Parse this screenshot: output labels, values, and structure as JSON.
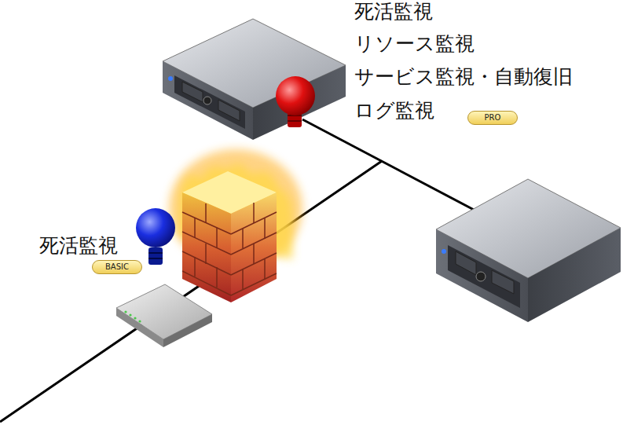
{
  "diagram": {
    "nodes": [
      {
        "text": [
          "PRO"
        ]
      },
      {
        "text": [
          "BASIC"
        ]
      }
    ],
    "labels": [
      "死活監視",
      "リソース監視",
      "サービス監視・自動復旧",
      "ログ監視",
      "死活監視"
    ]
  }
}
